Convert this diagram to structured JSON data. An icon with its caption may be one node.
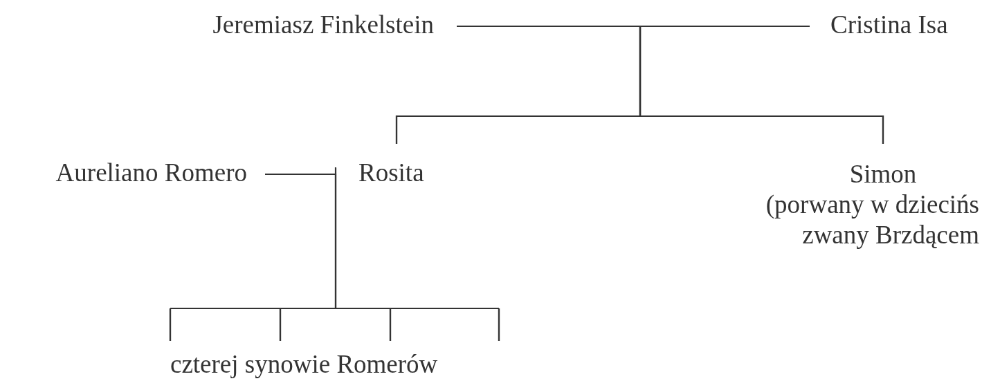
{
  "diagram": {
    "nodes": [
      {
        "text": [
          "Jeremiasz Finkelstein"
        ]
      },
      {
        "text": [
          "Cristina Isa"
        ]
      },
      {
        "text": [
          "Aureliano Romero"
        ]
      },
      {
        "text": [
          "Rosita"
        ]
      },
      {
        "text": [
          "Simon",
          "(porwany w dziecińs zwany Brzdącem"
        ]
      },
      {
        "text": [
          "czterej synowie Romerów"
        ]
      }
    ],
    "edges": [
      {
        "from": 0,
        "to": 1,
        "arrow": "none"
      },
      {
        "from": 0,
        "to": 3,
        "arrow": "none"
      },
      {
        "from": 1,
        "to": 3,
        "arrow": "none"
      },
      {
        "from": 0,
        "to": 4,
        "arrow": "none"
      },
      {
        "from": 1,
        "to": 4,
        "arrow": "none"
      },
      {
        "from": 2,
        "to": 5,
        "arrow": "none"
      },
      {
        "from": 3,
        "to": 5,
        "arrow": "none"
      }
    ]
  }
}
